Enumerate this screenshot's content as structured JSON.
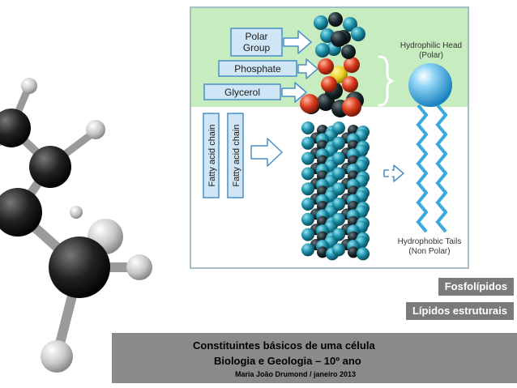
{
  "figure": {
    "labels": {
      "polar_group_line1": "Polar",
      "polar_group_line2": "Group",
      "phosphate": "Phosphate",
      "glycerol": "Glycerol",
      "fatty_acid_chain": "Fatty acid chain",
      "hydrophilic_head_line1": "Hydrophilic Head",
      "hydrophilic_head_line2": "(Polar)",
      "hydrophobic_tails_line1": "Hydrophobic Tails",
      "hydrophobic_tails_line2": "(Non Polar)"
    },
    "colors": {
      "head_band": "#c7ecc0",
      "label_box": "#cfe6f7",
      "label_border": "#4a8fc5",
      "atom_teal": "#1c8fa8",
      "atom_dark": "#1a2a2e",
      "atom_red": "#d83a1c",
      "atom_yellow": "#e8d020",
      "head_sphere": "#39a8df"
    }
  },
  "tags": {
    "fosfolipidos": "Fosfolípidos",
    "lipidos_estruturais": "Lípidos estruturais"
  },
  "footer": {
    "line1": "Constituintes básicos de uma célula",
    "line2": "Biologia e Geologia – 10º ano",
    "line3": "Maria João Drumond / janeiro 2013"
  }
}
